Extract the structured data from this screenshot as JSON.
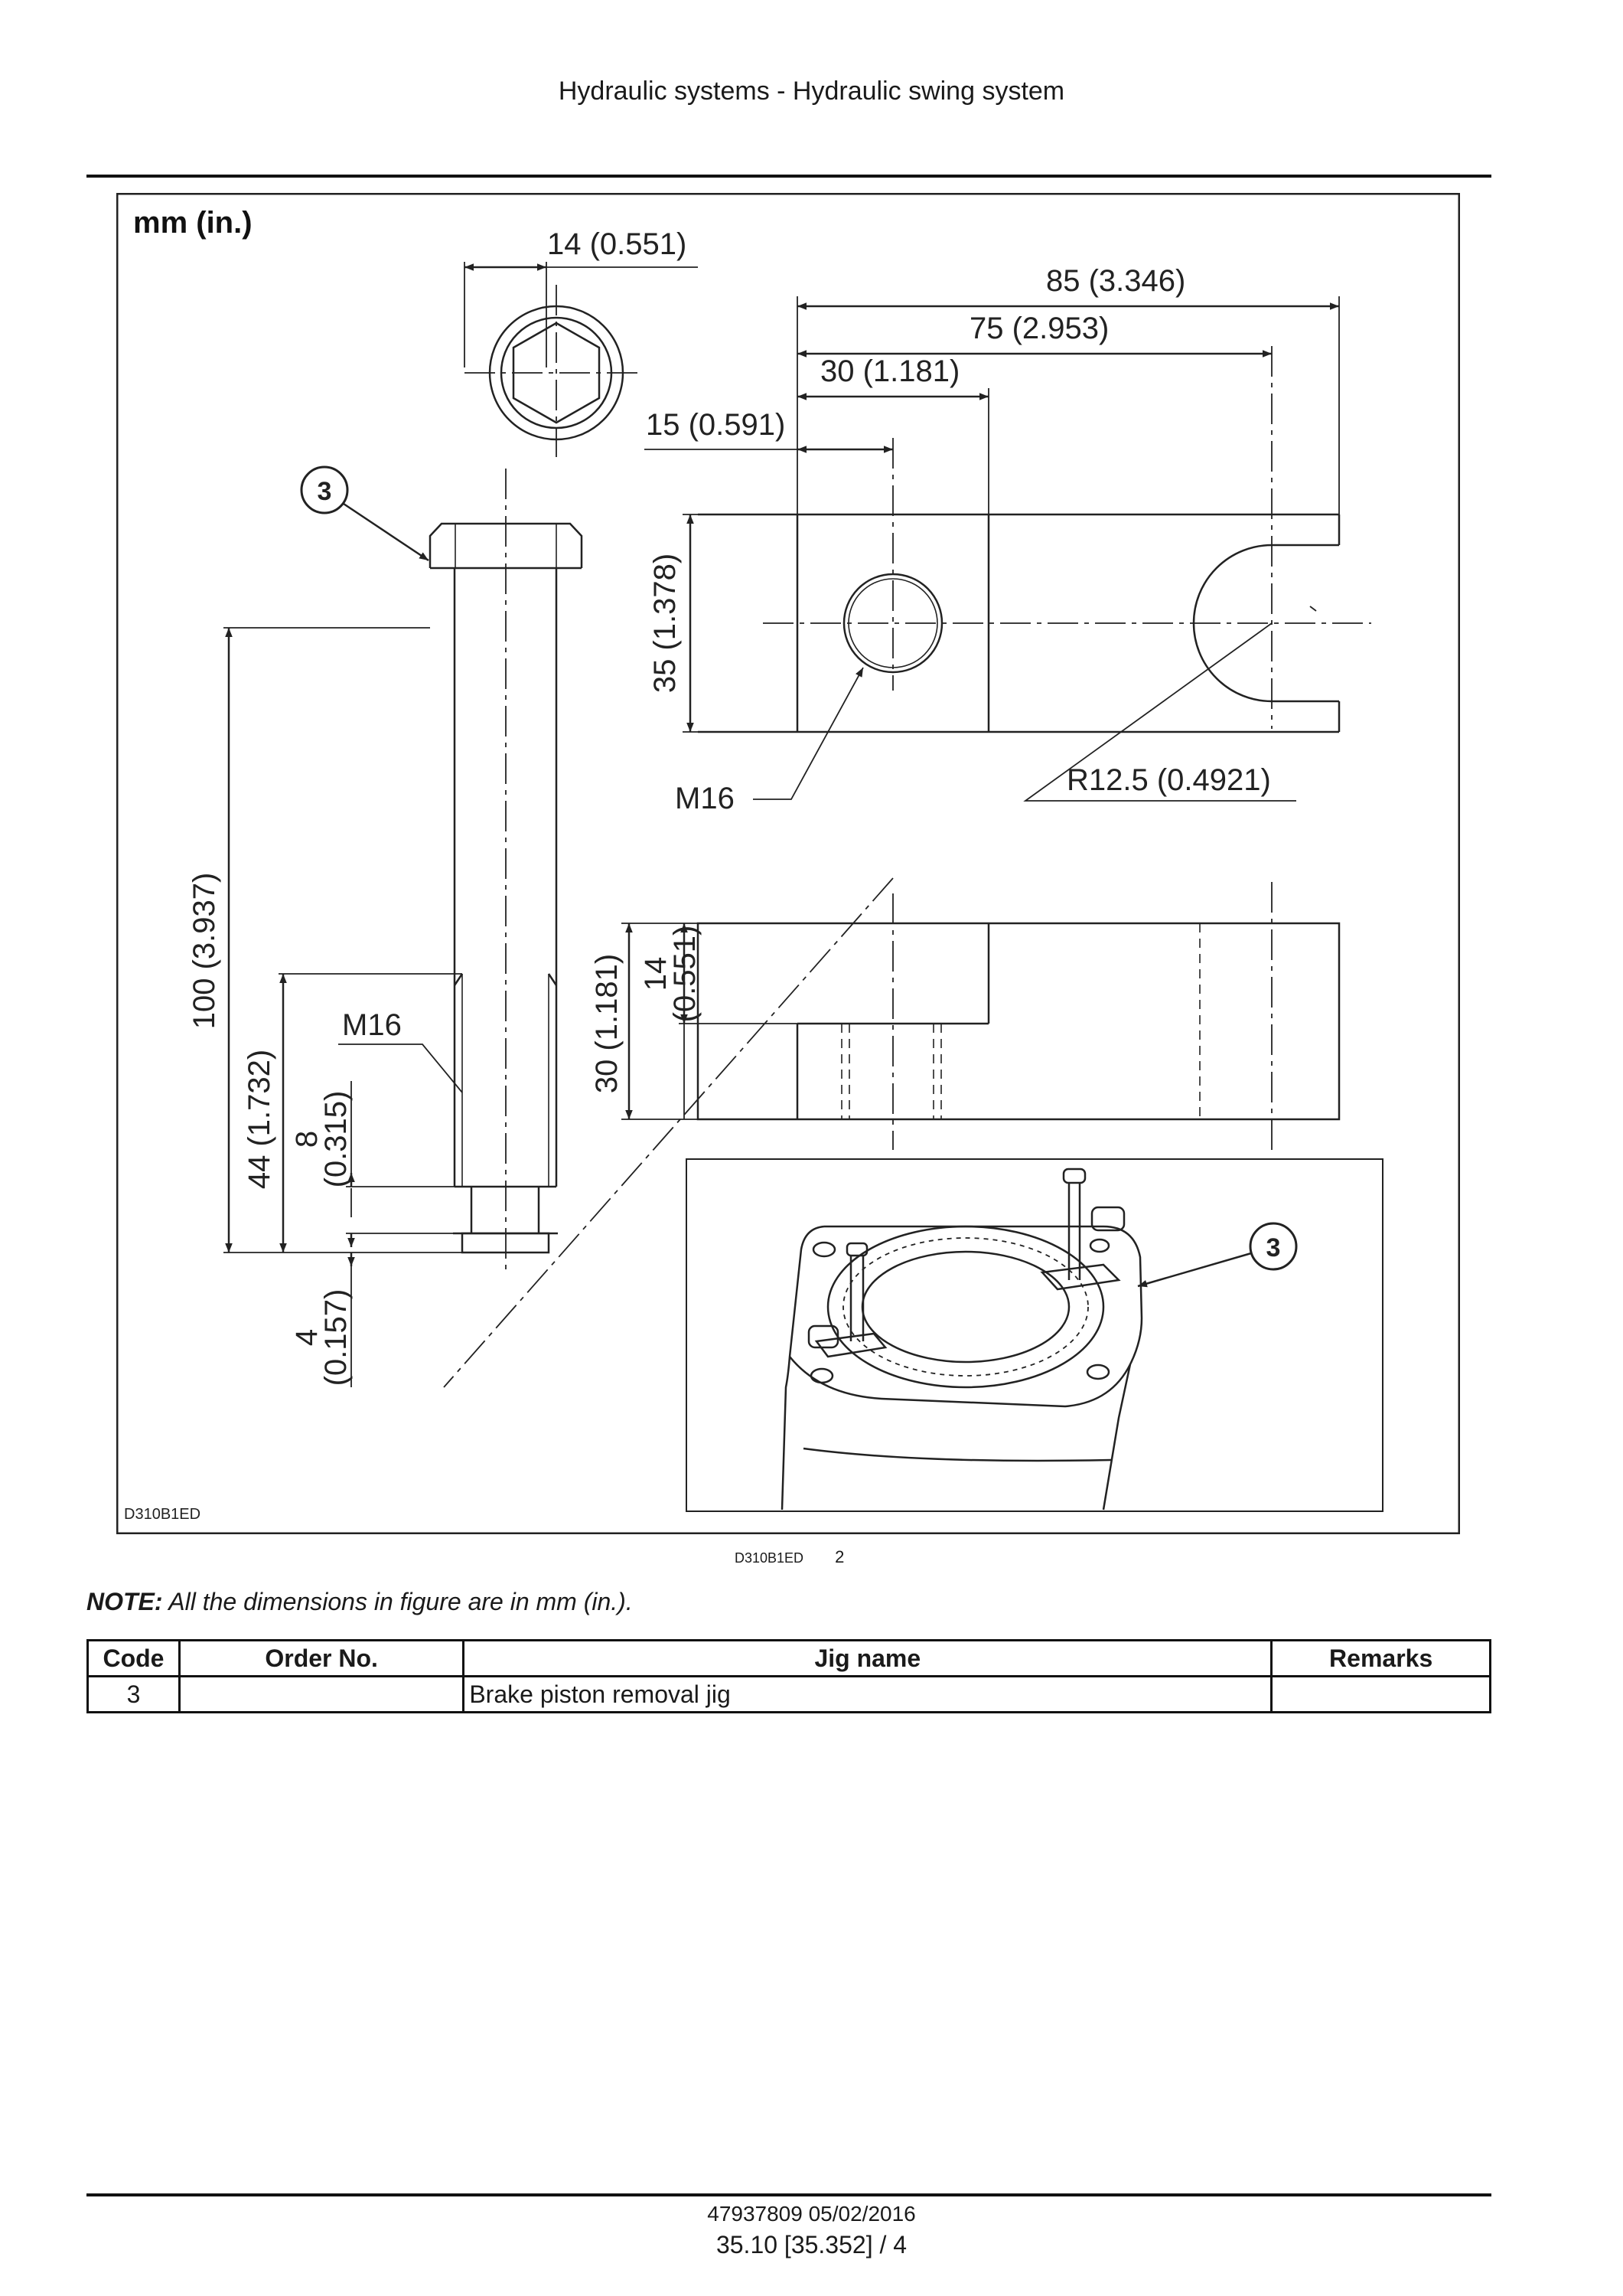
{
  "header": {
    "title": "Hydraulic systems - Hydraulic swing system"
  },
  "figure": {
    "unit_label": "mm (in.)",
    "corner_id": "D310B1ED",
    "callout": "3",
    "dims": {
      "bolt_head_width": "14 (0.551)",
      "bolt_total_length": "100 (3.937)",
      "bolt_thread_length": "44 (1.732)",
      "bolt_step": "8",
      "bolt_step_in": "(0.315)",
      "bolt_tip": "4",
      "bolt_tip_in": "(0.157)",
      "bolt_thread": "M16",
      "plate_total_length": "85 (3.346)",
      "plate_slot_center": "75 (2.953)",
      "plate_step": "30 (1.181)",
      "plate_hole_center": "15 (0.591)",
      "plate_width": "35 (1.378)",
      "plate_hole_thread": "M16",
      "plate_slot_radius": "R12.5 (0.4921)",
      "plate_side_height": "30 (1.181)",
      "plate_side_step": "14",
      "plate_side_step_in": "(0.551)"
    }
  },
  "caption": {
    "id": "D310B1ED",
    "number": "2"
  },
  "note": {
    "label": "NOTE:",
    "text": " All the dimensions in figure are in mm (in.)."
  },
  "table": {
    "headers": [
      "Code",
      "Order No.",
      "Jig name",
      "Remarks"
    ],
    "rows": [
      {
        "code": "3",
        "order_no": "",
        "jig_name": "Brake piston removal jig",
        "remarks": ""
      }
    ]
  },
  "footer": {
    "doc_id": "47937809 05/02/2016",
    "page": "35.10 [35.352] / 4"
  }
}
